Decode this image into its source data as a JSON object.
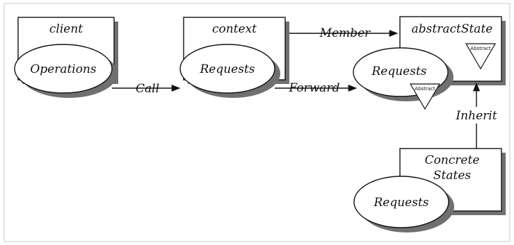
{
  "diagram": {
    "nodes": {
      "client": {
        "title": "client",
        "ellipse": "Operations"
      },
      "context": {
        "title": "context",
        "ellipse": "Requests"
      },
      "abstract_state": {
        "title": "abstractState",
        "ellipse": "Requests",
        "badge": "Abstract"
      },
      "concrete_states": {
        "title_line1": "Concrete",
        "title_line2": "States",
        "ellipse": "Requests"
      }
    },
    "edges": {
      "call": "Call",
      "forward": "Forward",
      "member": "Member",
      "inherit": "Inherit"
    },
    "colors": {
      "stroke": "#111111",
      "shadow": "#707070",
      "background": "#ffffff",
      "frame": "#c8c8c8"
    }
  }
}
